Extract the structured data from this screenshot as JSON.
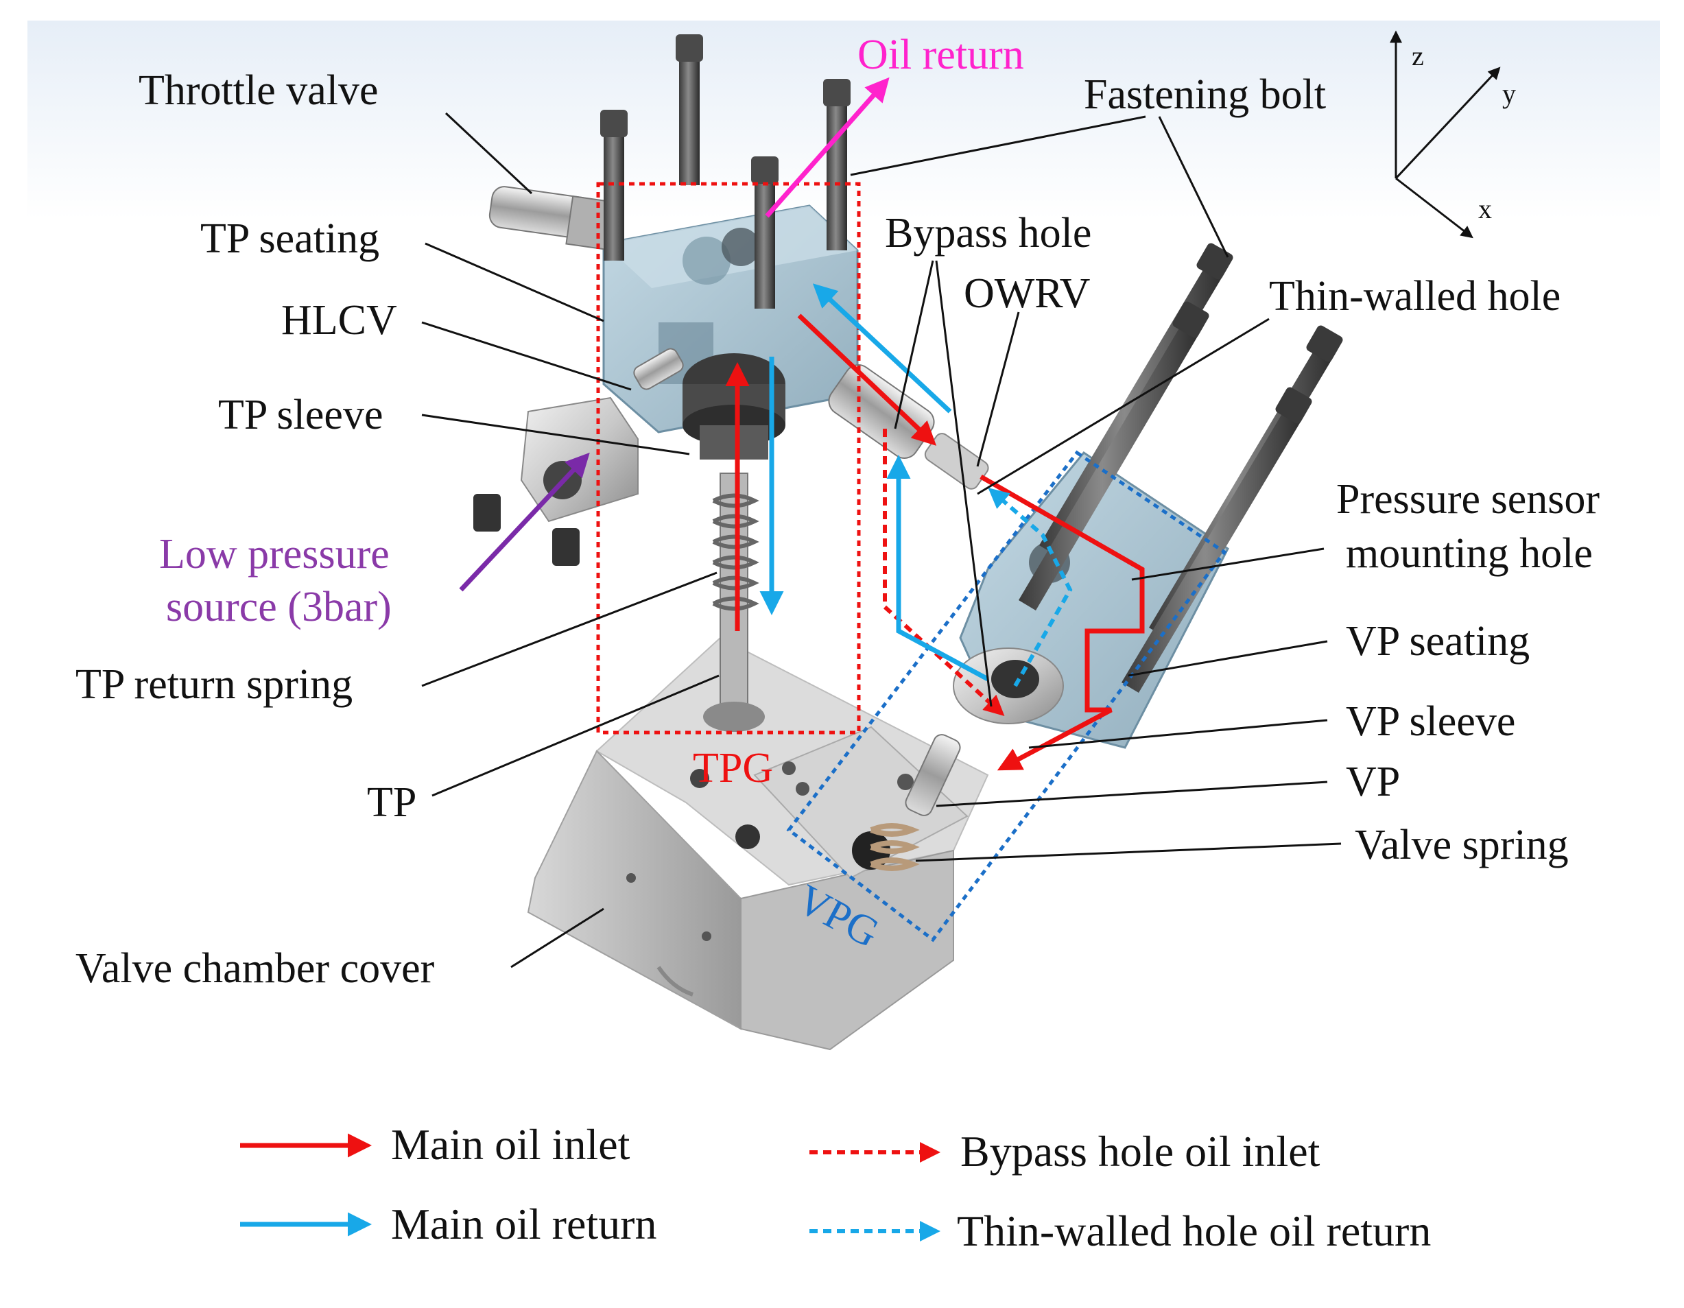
{
  "labels": {
    "throttle_valve": "Throttle valve",
    "oil_return": "Oil return",
    "fastening_bolt": "Fastening bolt",
    "tp_seating": "TP seating",
    "hlcv": "HLCV",
    "tp_sleeve": "TP sleeve",
    "low_pressure_source_line1": "Low pressure",
    "low_pressure_source_line2": "source (3bar)",
    "tp_return_spring": "TP return spring",
    "tp": "TP",
    "valve_chamber_cover": "Valve chamber cover",
    "bypass_hole": "Bypass hole",
    "owrv": "OWRV",
    "thin_walled_hole": "Thin-walled hole",
    "pressure_sensor_line1": "Pressure sensor",
    "pressure_sensor_line2": "mounting hole",
    "vp_seating": "VP seating",
    "vp_sleeve": "VP sleeve",
    "vp": "VP",
    "valve_spring": "Valve spring",
    "tpg": "TPG",
    "vpg": "VPG"
  },
  "axes": {
    "z": "z",
    "y": "y",
    "x": "x"
  },
  "legend": {
    "main_oil_inlet": "Main oil inlet",
    "main_oil_return": "Main oil return",
    "bypass_hole_oil_inlet": "Bypass hole oil inlet",
    "thin_walled_hole_oil_return": "Thin-walled hole oil return"
  },
  "colors": {
    "inlet_red": "#ee1111",
    "return_blue": "#18a8e8",
    "oil_return_magenta": "#ff22cc",
    "low_pressure_purple": "#7a2aa8",
    "tpg_box_red": "#ee1111",
    "vpg_box_blue": "#1b6fc8",
    "label_purple": "#8a3aa8",
    "vpg_label_blue": "#1b6fc8"
  }
}
